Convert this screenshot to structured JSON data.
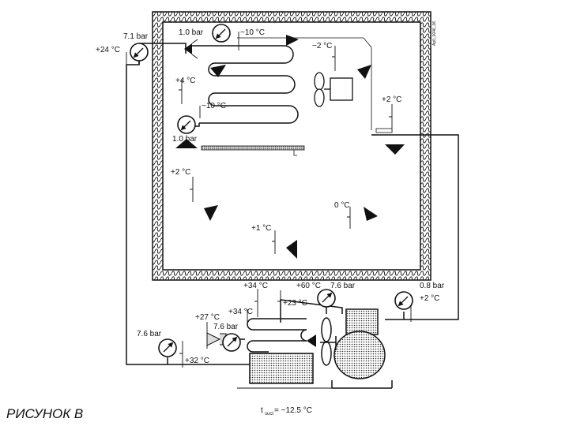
{
  "caption": "РИСУНОК В",
  "doc_code": "Ap0_0046_06",
  "suction_temp": {
    "symbol": "t",
    "sub": "suct",
    "value": "= −12.5 °C"
  },
  "labels": {
    "p_inlet": "7.1 bar",
    "t_inlet": "+24 °C",
    "p_valve": "1.0 bar",
    "t_evap_in": "−10 °C",
    "t_fan": "−2 °C",
    "t_coil": "+4 °C",
    "t_coil_out": "−10 °C",
    "p_evap_out": "1.0 bar",
    "t_ret": "+2 °C",
    "t_room1": "+2 °C",
    "t_room2": "0 °C",
    "t_room3": "+1 °C",
    "t_dis1": "+34 °C",
    "t_dis2": "+60 °C",
    "p_dis": "7.6 bar",
    "t_dis3": "+23 °C",
    "p_suct": "0.8 bar",
    "t_suct": "+2 °C",
    "t_cond1": "+34 °C",
    "t_cond2": "+27 °C",
    "p_cond": "7.6 bar",
    "p_rec": "7.6 bar",
    "t_rec": "+32 °C"
  }
}
